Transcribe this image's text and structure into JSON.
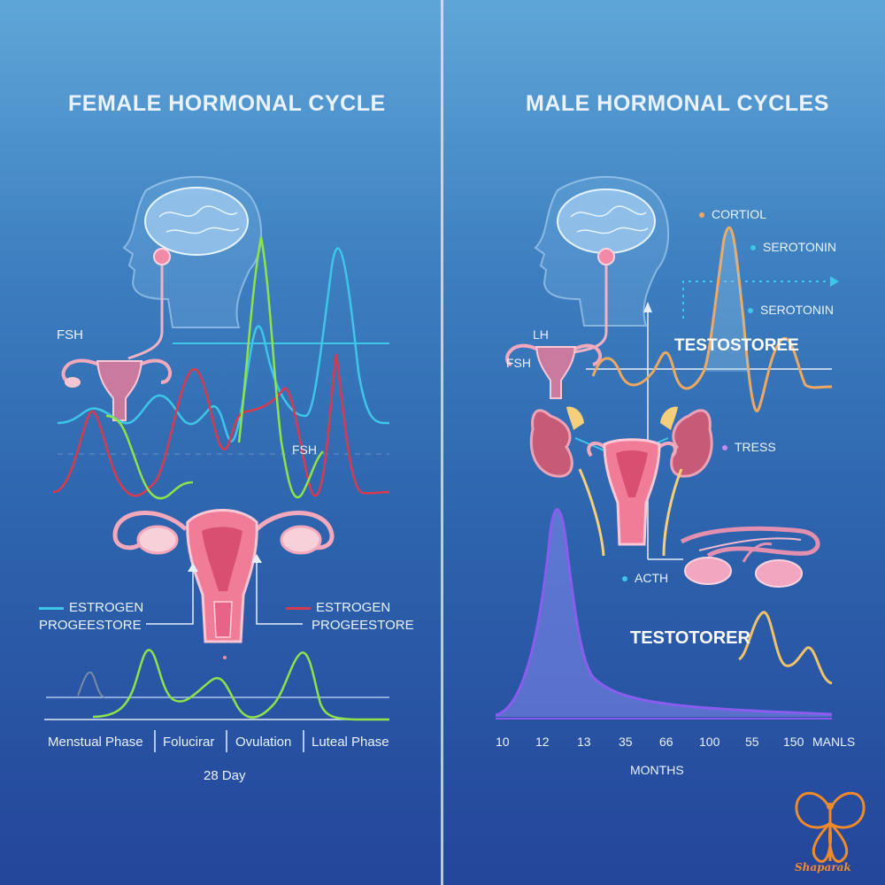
{
  "left": {
    "title": "FEMALE HORMONAL CYCLE",
    "labels": {
      "fsh_top": "FSH",
      "fsh_mid": "FSH",
      "legend_left_1": "ESTROGEN",
      "legend_left_2": "PROGEESTORE",
      "legend_right_1": "ESTROGEN",
      "legend_right_2": "PROGEESTORE"
    },
    "phases": [
      "Menstual Phase",
      "Folucirar",
      "Ovulation",
      "Luteal Phase"
    ],
    "cycle_length": "28 Day",
    "colors": {
      "estrogen": "#3ec6e8",
      "progesterone": "#d83a4e",
      "fsh": "#8fe34a"
    }
  },
  "right": {
    "title": "MALE HORMONAL CYCLES",
    "labels": {
      "cortiol": "CORTIOL",
      "serotonin_1": "SEROTONIN",
      "serotonin_2": "SEROTONIN",
      "lh": "LH",
      "fsh": "FSH",
      "testostoree": "TESTOSTOREE",
      "tress": "TRESS",
      "acth": "ACTH",
      "testotorer": "TESTOTORER"
    },
    "x_ticks": [
      "10",
      "12",
      "13",
      "35",
      "66",
      "100",
      "55",
      "150",
      "MANLS"
    ],
    "x_axis_label": "MONTHS",
    "colors": {
      "cortisol": "#f0a860",
      "serotonin": "#3ec6e8",
      "tress": "#c58cf0",
      "curve": "#8a5cf0"
    }
  },
  "logo": {
    "text": "Shaparak",
    "color": "#f08a2a"
  }
}
